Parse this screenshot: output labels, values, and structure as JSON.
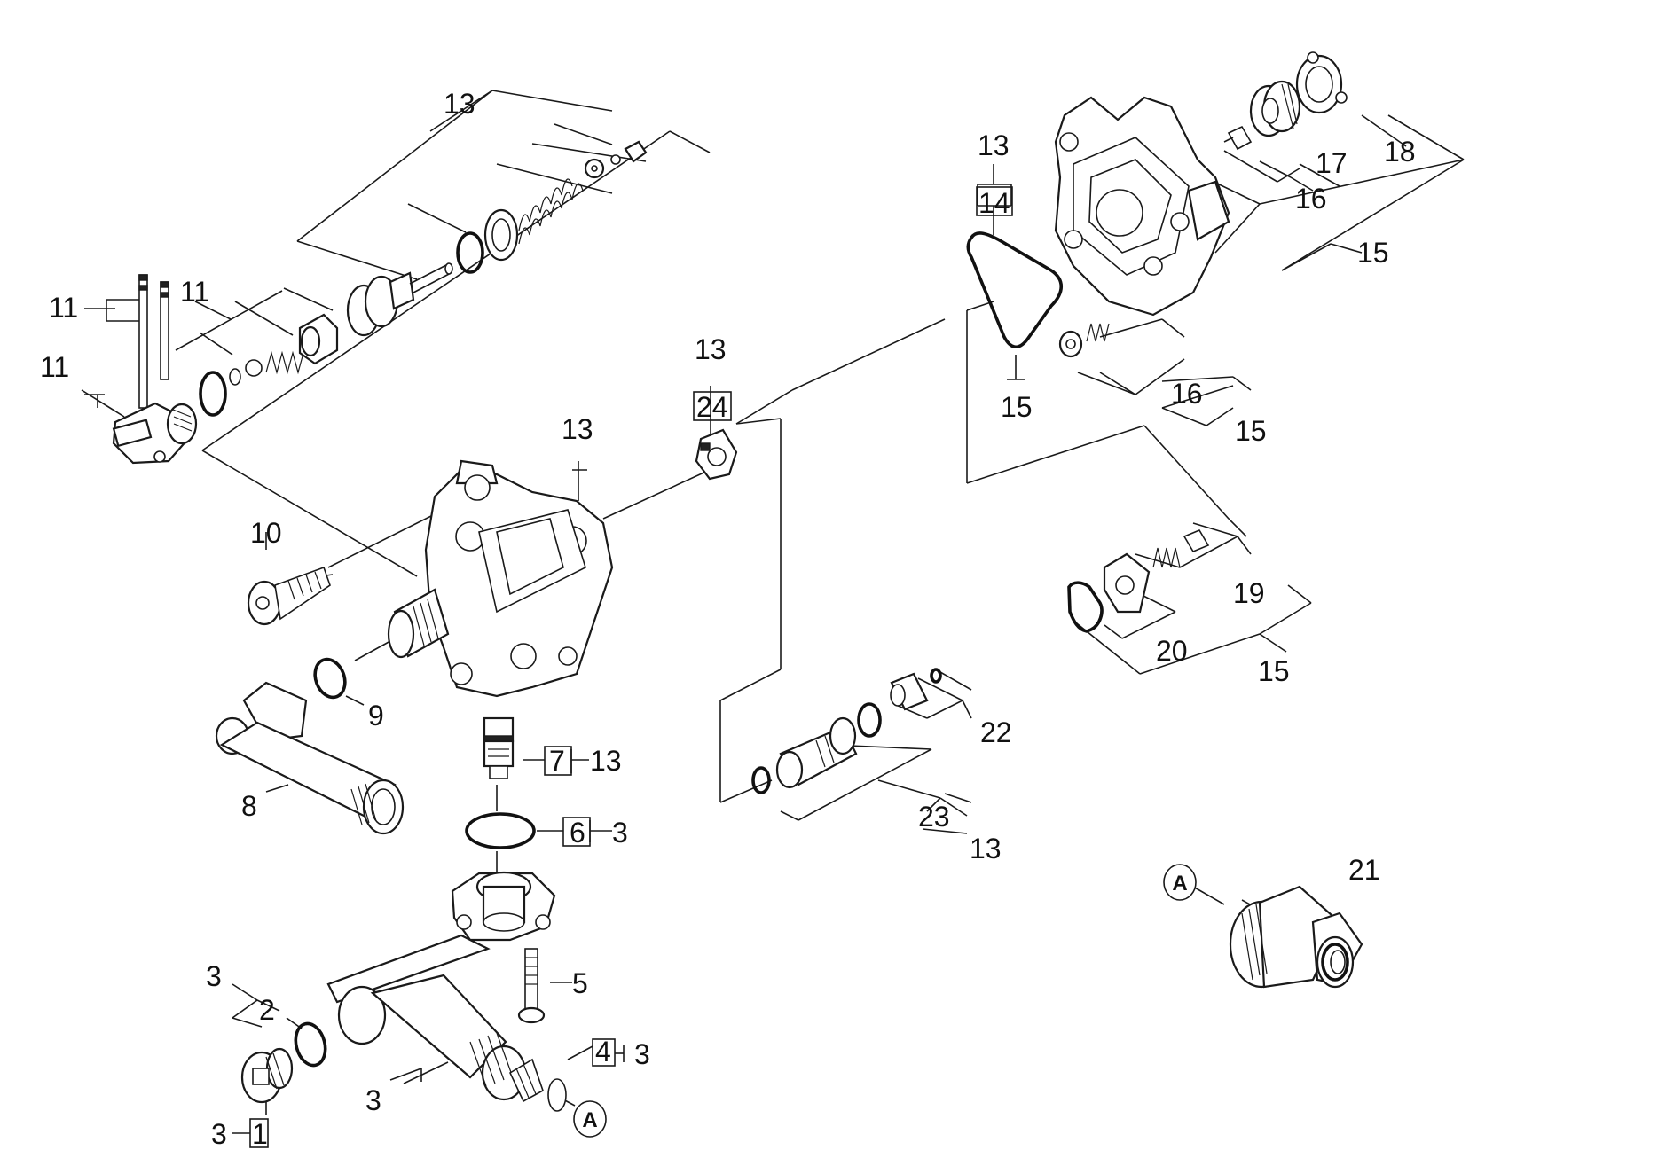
{
  "labels": {
    "l13_top": "13",
    "l11_a": "11",
    "l11_b": "11",
    "l11_c": "11",
    "l13_right": "13",
    "l14": "14",
    "l15_a": "15",
    "l16_a": "16",
    "l17": "17",
    "l18": "18",
    "l15_b": "15",
    "l16_b": "16",
    "l15_c": "15",
    "l13_mid": "13",
    "l24": "24",
    "l13_body": "13",
    "l10": "10",
    "l19": "19",
    "l20": "20",
    "l15_d": "15",
    "l9": "9",
    "l22": "22",
    "l7": "7",
    "l13_7": "13",
    "l8": "8",
    "l23": "23",
    "l13_23": "13",
    "l6": "6",
    "l3_6": "3",
    "l21": "21",
    "l3_2": "3",
    "l2": "2",
    "l5": "5",
    "l4": "4",
    "l3_4": "3",
    "l3_pipe": "3",
    "l3_1": "3",
    "l1": "1"
  },
  "connectors": {
    "a1": "A",
    "a2": "A"
  }
}
